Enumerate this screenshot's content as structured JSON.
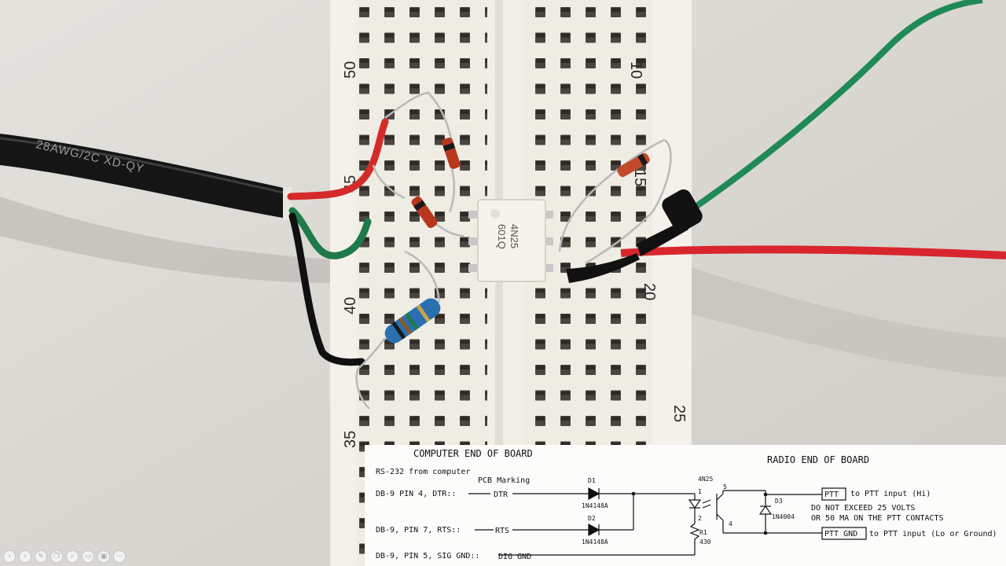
{
  "breadboard": {
    "row_numbers": [
      "50",
      "45",
      "40",
      "35",
      "10",
      "15",
      "20",
      "25"
    ]
  },
  "chip": {
    "line1": "4N25",
    "line2": "601Q"
  },
  "cable": {
    "marking": "28AWG/2C  XD-QY"
  },
  "schematic": {
    "title_left": "COMPUTER END OF BOARD",
    "title_right": "RADIO END OF BOARD",
    "rs232_label": "RS-232 from computer",
    "pcb_marking": "PCB Marking",
    "pin4_label": "DB-9 PIN 4, DTR::",
    "dtr": "DTR",
    "pin7_label": "DB-9, PIN 7, RTS::",
    "rts": "RTS",
    "pin5_label": "DB-9, PIN 5, SIG GND::",
    "dig_gnd": "DIG GND",
    "d1": "D1",
    "d1_part": "1N4148A",
    "d2": "D2",
    "d2_part": "1N4148A",
    "ic": "4N25",
    "pin1": "1",
    "pin2": "2",
    "pin4": "4",
    "pin5": "5",
    "r1": "R1",
    "r1_value": "430",
    "d3": "D3",
    "d3_part": "1N4004",
    "ptt": "PTT",
    "ptt_hi": "to PTT input (Hi)",
    "warning1": "DO NOT EXCEED 25 VOLTS",
    "warning2": "OR 50 MA ON THE PTT CONTACTS",
    "ptt_gnd": "PTT GND",
    "ptt_lo": "to PTT input (Lo or Ground)"
  },
  "controls": {
    "icons": [
      "previous-icon",
      "play-icon",
      "pen-icon",
      "copy-icon",
      "zoom-icon",
      "caption-icon",
      "screen-icon",
      "more-icon"
    ],
    "glyphs": [
      "‹",
      "›",
      "✎",
      "❐",
      "⌕",
      "▭",
      "▣",
      "⋯"
    ]
  }
}
